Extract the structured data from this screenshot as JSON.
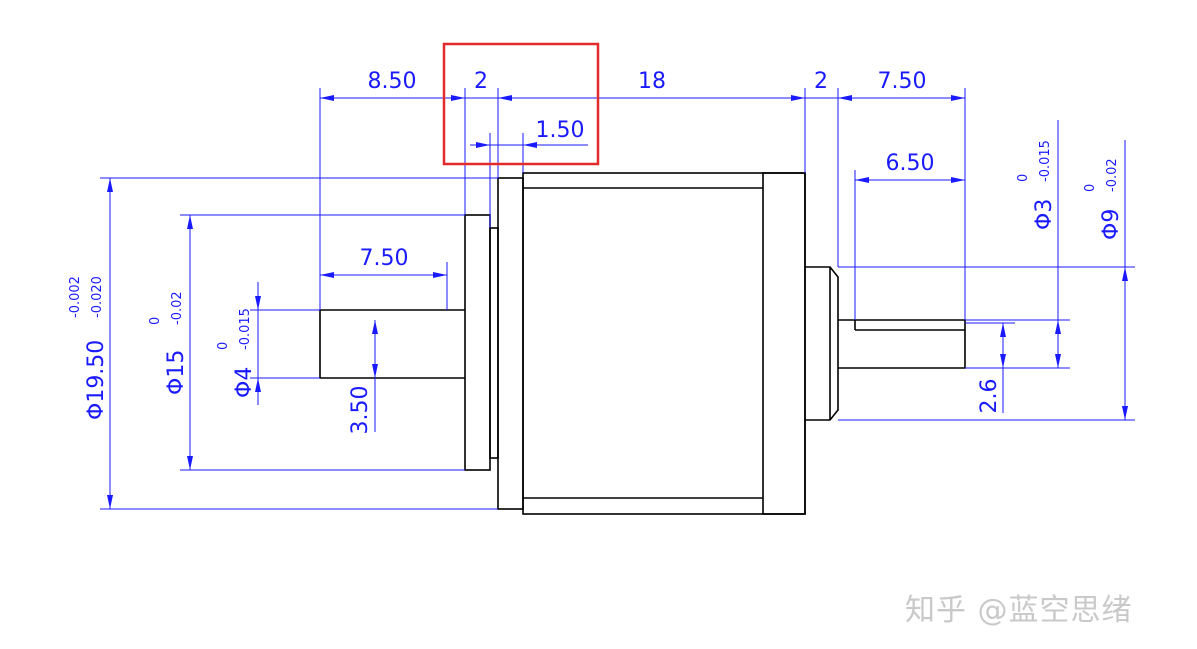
{
  "dims": {
    "d_850": "8.50",
    "d_2_left": "2",
    "d_18": "18",
    "d_2_right": "2",
    "d_750_top": "7.50",
    "d_150": "1.50",
    "d_650": "6.50",
    "d_750_shaft": "7.50",
    "d_350": "3.50",
    "d_26": "2.6"
  },
  "diameters": {
    "d1950": {
      "label": "Φ19.50",
      "upper": "-0.002",
      "lower": "-0.020"
    },
    "d15": {
      "label": "Φ15",
      "upper": "0",
      "lower": "-0.02"
    },
    "d4": {
      "label": "Φ4",
      "upper": "0",
      "lower": "-0.015"
    },
    "d3": {
      "label": "Φ3",
      "upper": "0",
      "lower": "-0.015"
    },
    "d9": {
      "label": "Φ9",
      "upper": "0",
      "lower": "-0.02"
    }
  },
  "watermark": "知乎 @蓝空思绪",
  "colors": {
    "dimension": "#1a1aff",
    "outline": "#000000",
    "highlight": "#e32b2b"
  }
}
